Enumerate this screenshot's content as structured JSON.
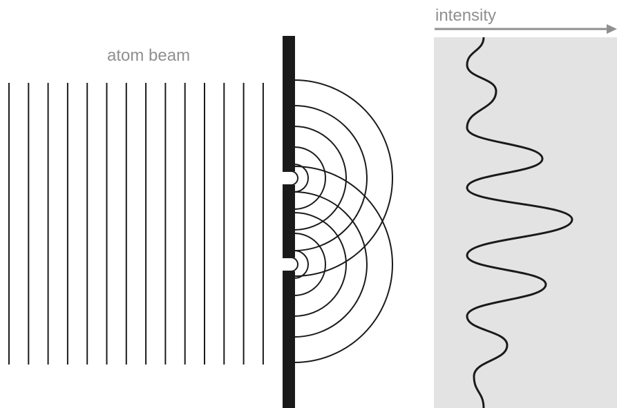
{
  "labels": {
    "source": "atom beam",
    "intensity_axis": "intensity"
  },
  "colors": {
    "ink": "#1a1a1a",
    "label": "#8f8f8f",
    "screen_fill": "#e3e3e3",
    "axis": "#8f8f8f",
    "background": "#ffffff"
  },
  "diagram": {
    "incoming_wavefront_count": 14,
    "slit_count": 2,
    "waves_per_slit": 5,
    "intensity_profile": {
      "maxima_count": 5,
      "description_shape": "interference fringes"
    }
  }
}
